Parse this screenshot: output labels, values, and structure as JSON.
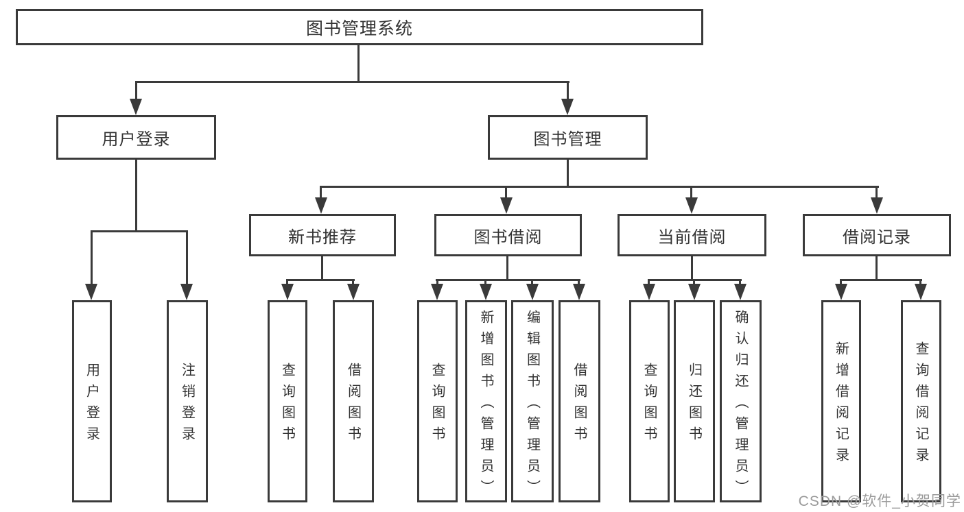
{
  "diagram": {
    "root": {
      "label": "图书管理系统"
    },
    "branches": [
      {
        "label": "用户登录",
        "children": [
          {
            "label": "用户登录"
          },
          {
            "label": "注销登录"
          }
        ]
      },
      {
        "label": "图书管理",
        "children": [
          {
            "label": "新书推荐",
            "children": [
              {
                "label": "查询图书"
              },
              {
                "label": "借阅图书"
              }
            ]
          },
          {
            "label": "图书借阅",
            "children": [
              {
                "label": "查询图书"
              },
              {
                "label": "新增图书（管理员）"
              },
              {
                "label": "编辑图书（管理员）"
              },
              {
                "label": "借阅图书"
              }
            ]
          },
          {
            "label": "当前借阅",
            "children": [
              {
                "label": "查询图书"
              },
              {
                "label": "归还图书"
              },
              {
                "label": "确认归还（管理员）"
              }
            ]
          },
          {
            "label": "借阅记录",
            "children": [
              {
                "label": "新增借阅记录"
              },
              {
                "label": "查询借阅记录"
              }
            ]
          }
        ]
      }
    ]
  },
  "watermark": {
    "text": "CSDN @软件_小贺同学"
  },
  "colors": {
    "line": "#3a3a3a",
    "text": "#333333",
    "watermark": "#9b9b9b",
    "background": "#ffffff"
  }
}
